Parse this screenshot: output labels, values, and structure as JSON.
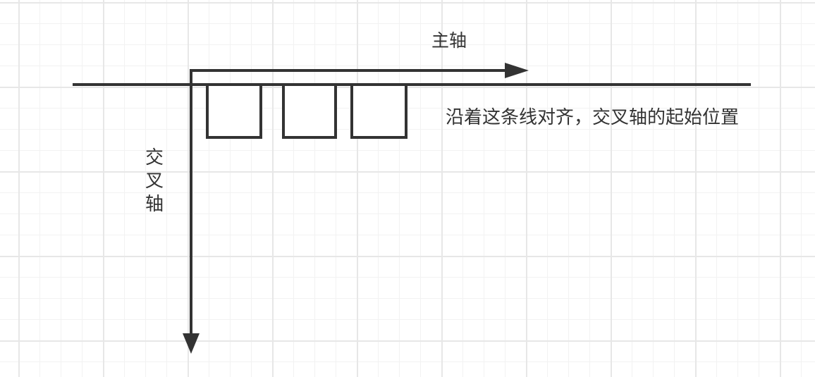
{
  "colors": {
    "background": "#ffffff",
    "grid_minor": "#f2f2f2",
    "grid_major": "#e7e7e7",
    "stroke": "#333333",
    "text": "#333333"
  },
  "labels": {
    "main_axis": "主轴",
    "cross_axis": "交叉轴",
    "alignment_note": "沿着这条线对齐，交叉轴的起始位置"
  },
  "shapes": {
    "item_box_count": 3,
    "main_axis_arrow_direction": "right",
    "cross_axis_arrow_direction": "down"
  }
}
